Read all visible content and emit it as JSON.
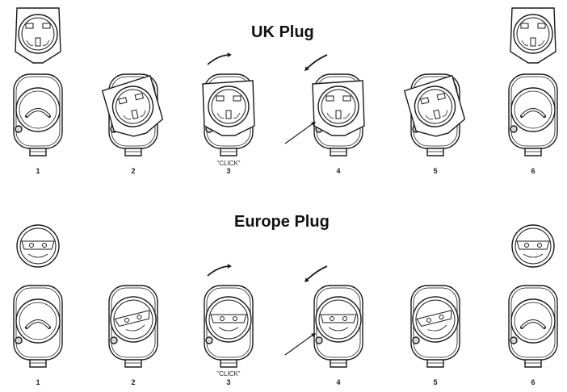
{
  "sections": [
    {
      "title": "UK Plug",
      "plug_type": "uk",
      "steps": [
        {
          "number": "1",
          "body": "adapter-empty",
          "plug_inset": true,
          "arrow": null,
          "pointer": false
        },
        {
          "number": "2",
          "body": "plug-tilted",
          "plug_inset": false,
          "arrow": null,
          "pointer": false
        },
        {
          "number": "3",
          "body": "plug-seated",
          "plug_inset": false,
          "arrow": "clockwise",
          "pointer": false,
          "note": "“CLICK”"
        },
        {
          "number": "4",
          "body": "plug-seated",
          "plug_inset": false,
          "arrow": "counter-clockwise",
          "pointer": true
        },
        {
          "number": "5",
          "body": "plug-tilted",
          "plug_inset": false,
          "arrow": null,
          "pointer": false
        },
        {
          "number": "6",
          "body": "adapter-empty",
          "plug_inset": true,
          "arrow": null,
          "pointer": false
        }
      ]
    },
    {
      "title": "Europe Plug",
      "plug_type": "eu",
      "steps": [
        {
          "number": "1",
          "body": "adapter-empty",
          "plug_inset": true,
          "arrow": null,
          "pointer": false
        },
        {
          "number": "2",
          "body": "plug-tilted",
          "plug_inset": false,
          "arrow": null,
          "pointer": false
        },
        {
          "number": "3",
          "body": "plug-seated",
          "plug_inset": false,
          "arrow": "clockwise",
          "pointer": false,
          "note": "“CLICK”"
        },
        {
          "number": "4",
          "body": "plug-seated",
          "plug_inset": false,
          "arrow": "counter-clockwise",
          "pointer": true
        },
        {
          "number": "5",
          "body": "plug-tilted",
          "plug_inset": false,
          "arrow": null,
          "pointer": false
        },
        {
          "number": "6",
          "body": "adapter-empty",
          "plug_inset": true,
          "arrow": null,
          "pointer": false
        }
      ]
    }
  ],
  "colors": {
    "line": "#1a1a1a",
    "fill": "#ffffff",
    "shade": "#d6d6d6"
  }
}
